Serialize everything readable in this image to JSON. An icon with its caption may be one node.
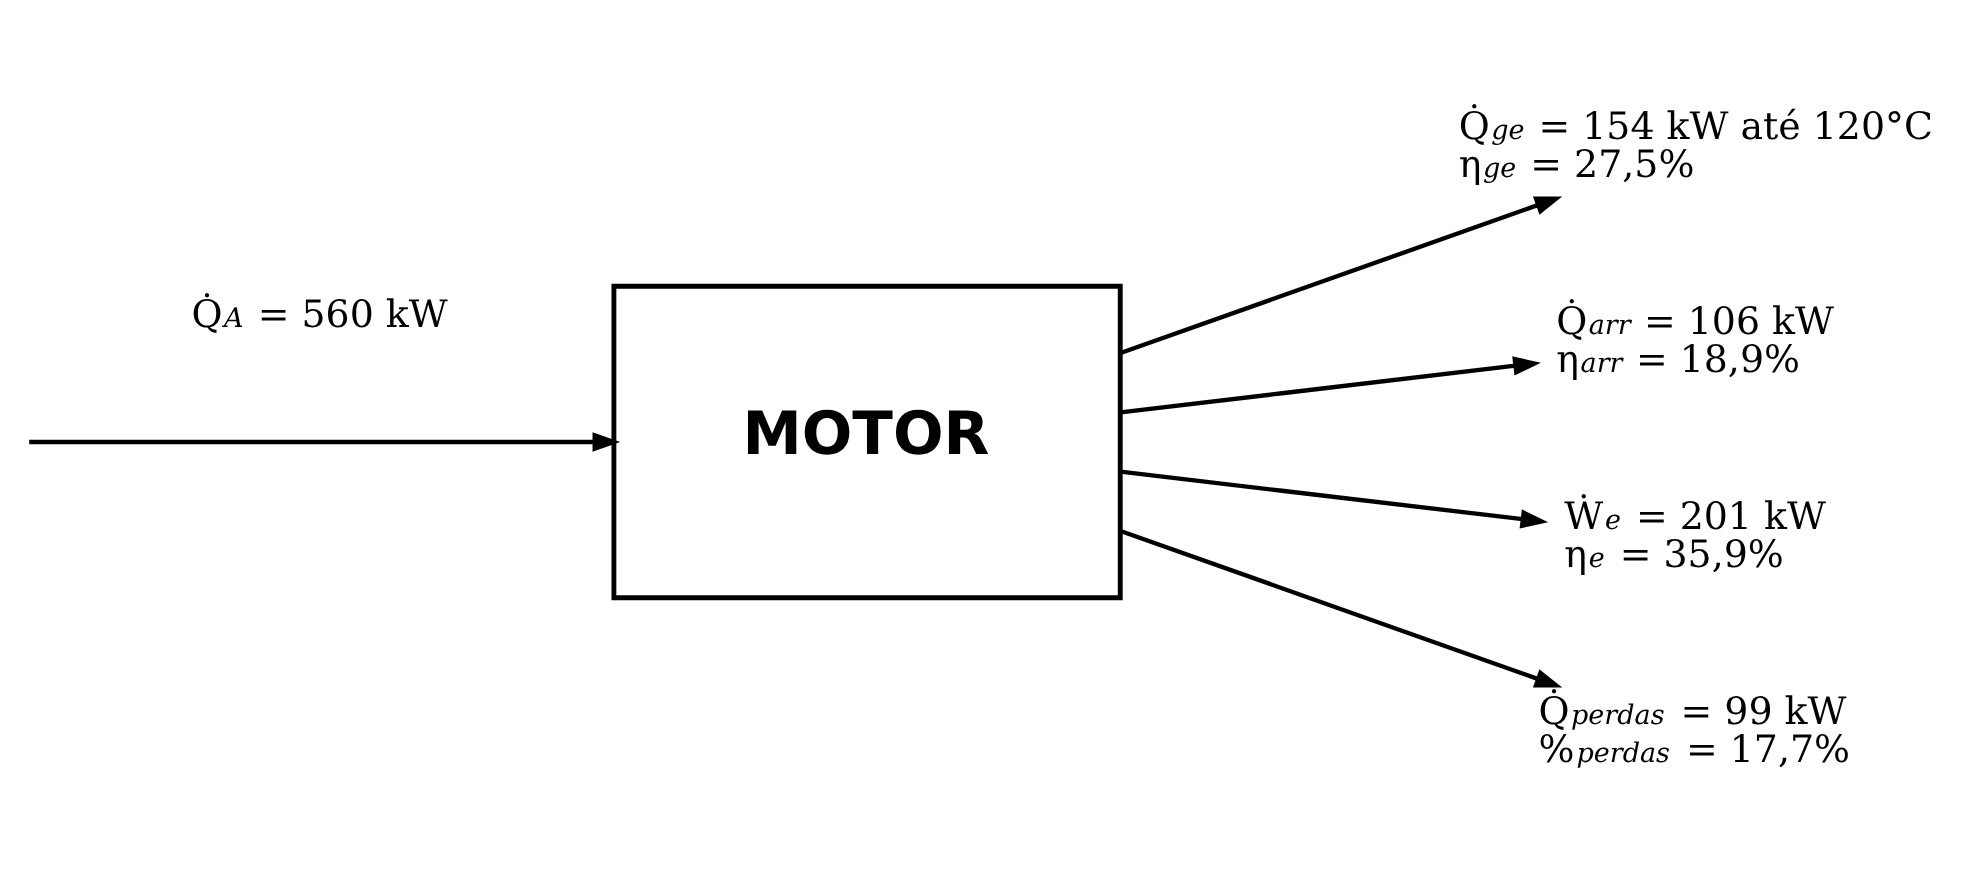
{
  "diagram": {
    "nodes": [
      {
        "text": [
          "MOTOR"
        ]
      },
      {
        "text": [
          "Q̇$_{ge}$ = 154 kW até 120°C",
          "η$_{ge}$ = 27,5%"
        ]
      },
      {
        "text": [
          "Q̇$_{arr}$ = 106 kW",
          "η$_{arr}$ = 18,9%"
        ]
      },
      {
        "text": [
          "Ẇ$_{e}$ = 201 kW",
          "η$_{e}$ = 35,9%"
        ]
      },
      {
        "text": [
          "Q̇$_{perdas}$ = 99 kW",
          "%$_{perdas}$ = 17,7%"
        ]
      }
    ],
    "edges": [
      {
        "from": null,
        "to": 0,
        "arrow": "to",
        "label": "Q̇$_{A}$ = 560 kW"
      },
      {
        "from": 0,
        "to": 1,
        "arrow": "to"
      },
      {
        "from": 0,
        "to": 2,
        "arrow": "to"
      },
      {
        "from": 0,
        "to": 3,
        "arrow": "to"
      },
      {
        "from": 0,
        "to": 4,
        "arrow": "to"
      }
    ]
  }
}
